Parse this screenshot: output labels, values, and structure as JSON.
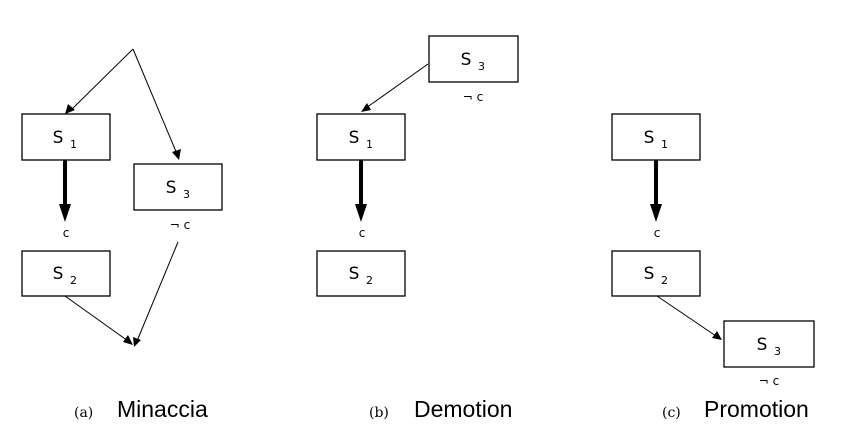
{
  "nodes": {
    "s1": {
      "letter": "S",
      "index": "1"
    },
    "s2": {
      "letter": "S",
      "index": "2"
    },
    "s3": {
      "letter": "S",
      "index": "3"
    }
  },
  "conditions": {
    "c": "c",
    "not_c": "¬ c"
  },
  "panels": {
    "a": {
      "tag": "(a)",
      "name": "Minaccia"
    },
    "b": {
      "tag": "(b)",
      "name": "Demotion"
    },
    "c": {
      "tag": "(c)",
      "name": "Promotion"
    }
  }
}
